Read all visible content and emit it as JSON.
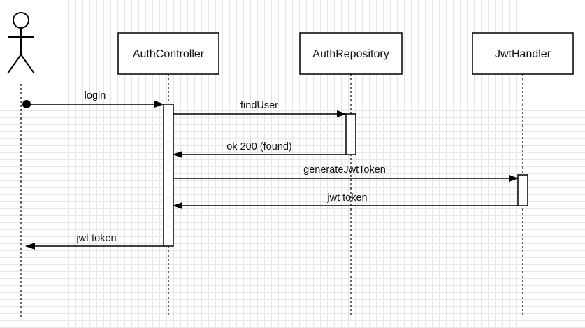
{
  "participants": [
    {
      "id": "actor",
      "type": "actor",
      "label": ""
    },
    {
      "id": "auth_controller",
      "type": "box",
      "label": "AuthController"
    },
    {
      "id": "auth_repository",
      "type": "box",
      "label": "AuthRepository"
    },
    {
      "id": "jwt_handler",
      "type": "box",
      "label": "JwtHandler"
    }
  ],
  "messages": [
    {
      "from": "actor",
      "to": "auth_controller",
      "label": "login",
      "kind": "call",
      "start": "filled-dot"
    },
    {
      "from": "auth_controller",
      "to": "auth_repository",
      "label": "findUser",
      "kind": "call"
    },
    {
      "from": "auth_repository",
      "to": "auth_controller",
      "label": "ok 200 (found)",
      "kind": "return"
    },
    {
      "from": "auth_controller",
      "to": "jwt_handler",
      "label": "generateJwtToken",
      "kind": "call"
    },
    {
      "from": "jwt_handler",
      "to": "auth_controller",
      "label": "jwt token",
      "kind": "return"
    },
    {
      "from": "auth_controller",
      "to": "actor",
      "label": "jwt token",
      "kind": "return"
    }
  ],
  "colors": {
    "line": "#000000",
    "box_fill": "#ffffff",
    "grid": "#e6e6e6"
  }
}
